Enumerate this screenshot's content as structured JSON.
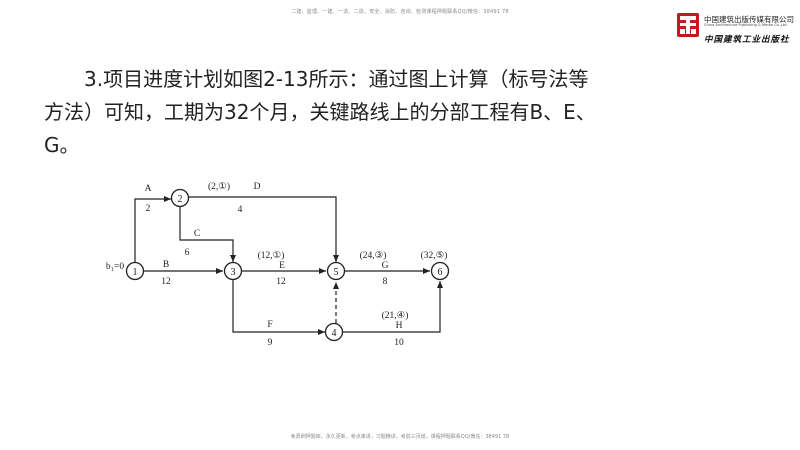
{
  "header": {
    "watermark": "二建、监理、一建、一造、二造、安全、消防、咨询、检测课程押题联系QQ/微信：38491 78"
  },
  "logo": {
    "name_cn": "中国建筑出版传媒有限公司",
    "name_en": "China Architecture Publishing & Media Co.,Ltd.",
    "name_art": "中国建筑工业出版社"
  },
  "content": {
    "lines": [
      "3.项目进度计划如图2-13所示：通过图上计算（标号法等",
      "方法）可知，工期为32个月，关键路线上的分部工程有B、E、",
      "G。"
    ]
  },
  "diagram": {
    "start_label": "b₁=0",
    "nodes": [
      {
        "id": "1",
        "label": "1"
      },
      {
        "id": "2",
        "label": "2"
      },
      {
        "id": "3",
        "label": "3"
      },
      {
        "id": "4",
        "label": "4"
      },
      {
        "id": "5",
        "label": "5"
      },
      {
        "id": "6",
        "label": "6"
      }
    ],
    "activities": [
      {
        "name": "A",
        "duration": "2",
        "mark": ""
      },
      {
        "name": "D",
        "duration": "4",
        "mark": "(2,①)"
      },
      {
        "name": "C",
        "duration": "6",
        "mark": ""
      },
      {
        "name": "B",
        "duration": "12",
        "mark": ""
      },
      {
        "name": "E",
        "duration": "12",
        "mark": "(12,①)"
      },
      {
        "name": "G",
        "duration": "8",
        "mark": "(24,③)"
      },
      {
        "name": "F",
        "duration": "9",
        "mark": ""
      },
      {
        "name": "H",
        "duration": "10",
        "mark": "(21,④)"
      }
    ],
    "end_mark": "(32,⑤)"
  },
  "footer": {
    "watermark": "免费刷押题库，永久更新，考点串讲，习题精讲，考前三页纸，课程押题联系QQ/微信：38491 78"
  }
}
